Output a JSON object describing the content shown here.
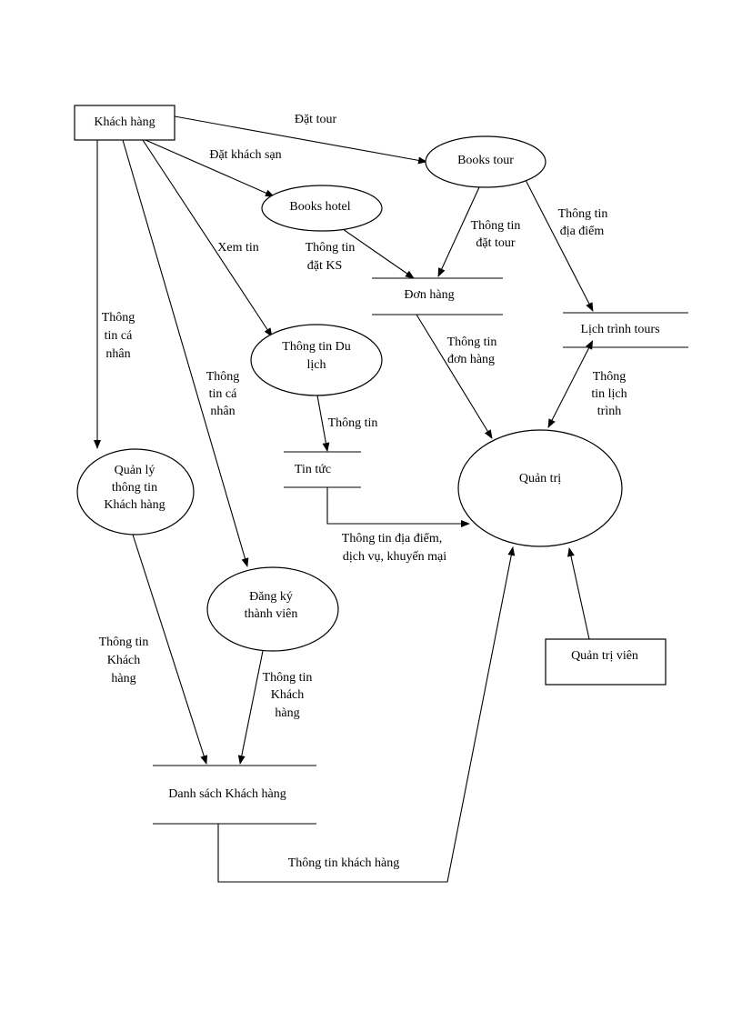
{
  "entities": {
    "khach_hang": "Khách hàng",
    "quan_tri_vien": "Quản trị viên"
  },
  "processes": {
    "books_tour": "Books tour",
    "books_hotel": "Books hotel",
    "thong_tin_du_lich": [
      "Thông tin Du",
      "lịch"
    ],
    "quan_tri": "Quản trị",
    "quan_ly_khach_hang": [
      "Quản lý",
      "thông tin",
      "Khách hàng"
    ],
    "dang_ky_thanh_vien": [
      "Đăng ký",
      "thành viên"
    ]
  },
  "stores": {
    "don_hang": "Đơn hàng",
    "lich_trinh_tours": "Lịch trình tours",
    "tin_tuc": "Tin tức",
    "danh_sach_khach_hang": "Danh sách Khách hàng"
  },
  "flows": {
    "dat_tour": "Đặt tour",
    "dat_khach_san": "Đặt khách sạn",
    "xem_tin": "Xem tin",
    "thong_tin_ca_nhan_1": [
      "Thông",
      "tin cá",
      "nhân"
    ],
    "thong_tin_ca_nhan_2": [
      "Thông",
      "tin cá",
      "nhân"
    ],
    "thong_tin_dat_ks": [
      "Thông tin",
      "đặt KS"
    ],
    "thong_tin_dat_tour": [
      "Thông tin",
      "đặt tour"
    ],
    "thong_tin_dia_diem": [
      "Thông tin",
      "địa điểm"
    ],
    "thong_tin_don_hang": [
      "Thông tin",
      "đơn hàng"
    ],
    "thong_tin_lich_trinh": [
      "Thông",
      "tin lịch",
      "trình"
    ],
    "thong_tin": "Thông tin",
    "thong_tin_dia_diem_dv_km": [
      "Thông tin địa điểm,",
      "dịch vụ, khuyến mại"
    ],
    "thong_tin_khach_hang_1": [
      "Thông tin",
      "Khách",
      "hàng"
    ],
    "thong_tin_khach_hang_2": [
      "Thông tin",
      "Khách",
      "hàng"
    ],
    "thong_tin_khach_hang_3": "Thông tin khách hàng"
  }
}
